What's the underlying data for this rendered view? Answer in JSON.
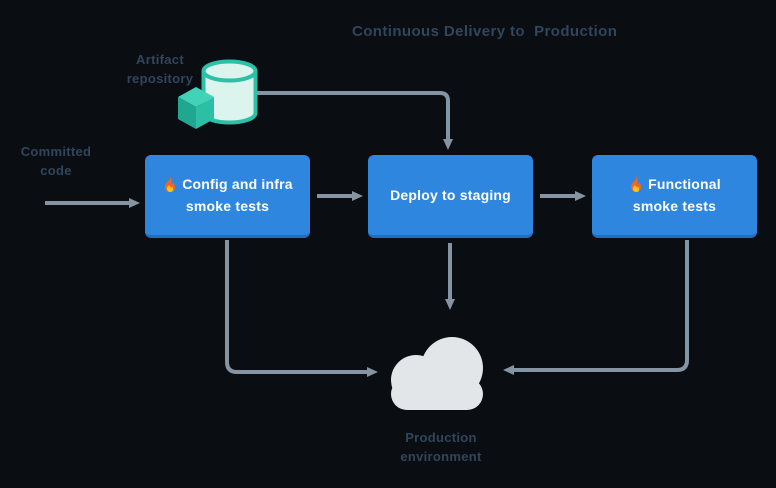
{
  "title": "Continuous Delivery to  Production",
  "labels": {
    "artifact_repository": {
      "line1": "Artifact",
      "line2": "repository"
    },
    "committed_code": {
      "line1": "Committed",
      "line2": "code"
    },
    "production_environment": {
      "line1": "Production",
      "line2": "environment"
    }
  },
  "nodes": [
    {
      "id": "config-infra-smoke-tests",
      "flame": true,
      "line1": "Config and infra",
      "line2": "smoke tests"
    },
    {
      "id": "deploy-to-staging",
      "flame": false,
      "line1": "Deploy to staging",
      "line2": ""
    },
    {
      "id": "functional-smoke-tests",
      "flame": true,
      "line1": "Functional",
      "line2": "smoke tests"
    }
  ],
  "icons": {
    "artifact_repository": "database-cylinder-with-cube-icon",
    "flame": "fire-icon",
    "production": "cloud-icon"
  },
  "colors": {
    "background": "#0a0d12",
    "node_blue": "#2e86de",
    "node_text": "#ffffff",
    "arrow_gray": "#8494a3",
    "label_slate": "#31455b",
    "cloud_gray": "#e3e6e8",
    "teal_stroke": "#2cc0a6",
    "teal_fill_light": "#dcf4ee",
    "flame_orange": "#f4651f",
    "flame_yellow": "#fcc21b"
  }
}
